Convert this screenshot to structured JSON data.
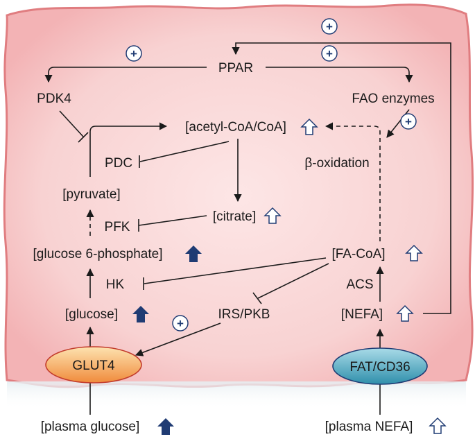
{
  "labels": {
    "ppar": "PPAR",
    "pdk4": "PDK4",
    "fao_enzymes": "FAO enzymes",
    "acetyl_coa": "[acetyl-CoA/CoA]",
    "pdc": "PDC",
    "beta_oxidation": "β-oxidation",
    "pyruvate": "[pyruvate]",
    "citrate": "[citrate]",
    "pfk": "PFK",
    "glucose6p": "[glucose 6-phosphate]",
    "fa_coa": "[FA-CoA]",
    "hk": "HK",
    "acs": "ACS",
    "glucose": "[glucose]",
    "irs_pkb": "IRS/PKB",
    "nefa": "[NEFA]",
    "glut4": "GLUT4",
    "fat_cd36": "FAT/CD36",
    "plasma_glucose": "[plasma glucose]",
    "plasma_nefa": "[plasma NEFA]",
    "plus": "+"
  },
  "colors": {
    "cell_fill": "#f6c9c9",
    "cell_border": "#e07d80",
    "arrow_solid": "#1f3b73",
    "arrow_outline": "#1f3b73",
    "glut4_fill": "#f5b068",
    "glut4_border": "#c23b2b",
    "fat_fill": "#5fb3c9",
    "fat_border": "#1f3b73"
  },
  "indicators": {
    "acetyl_coa": "increase-outline",
    "citrate": "increase-outline",
    "glucose6p": "increase-solid",
    "fa_coa": "increase-outline",
    "glucose": "increase-solid",
    "nefa": "increase-outline",
    "plasma_glucose": "increase-solid",
    "plasma_nefa": "increase-outline"
  }
}
